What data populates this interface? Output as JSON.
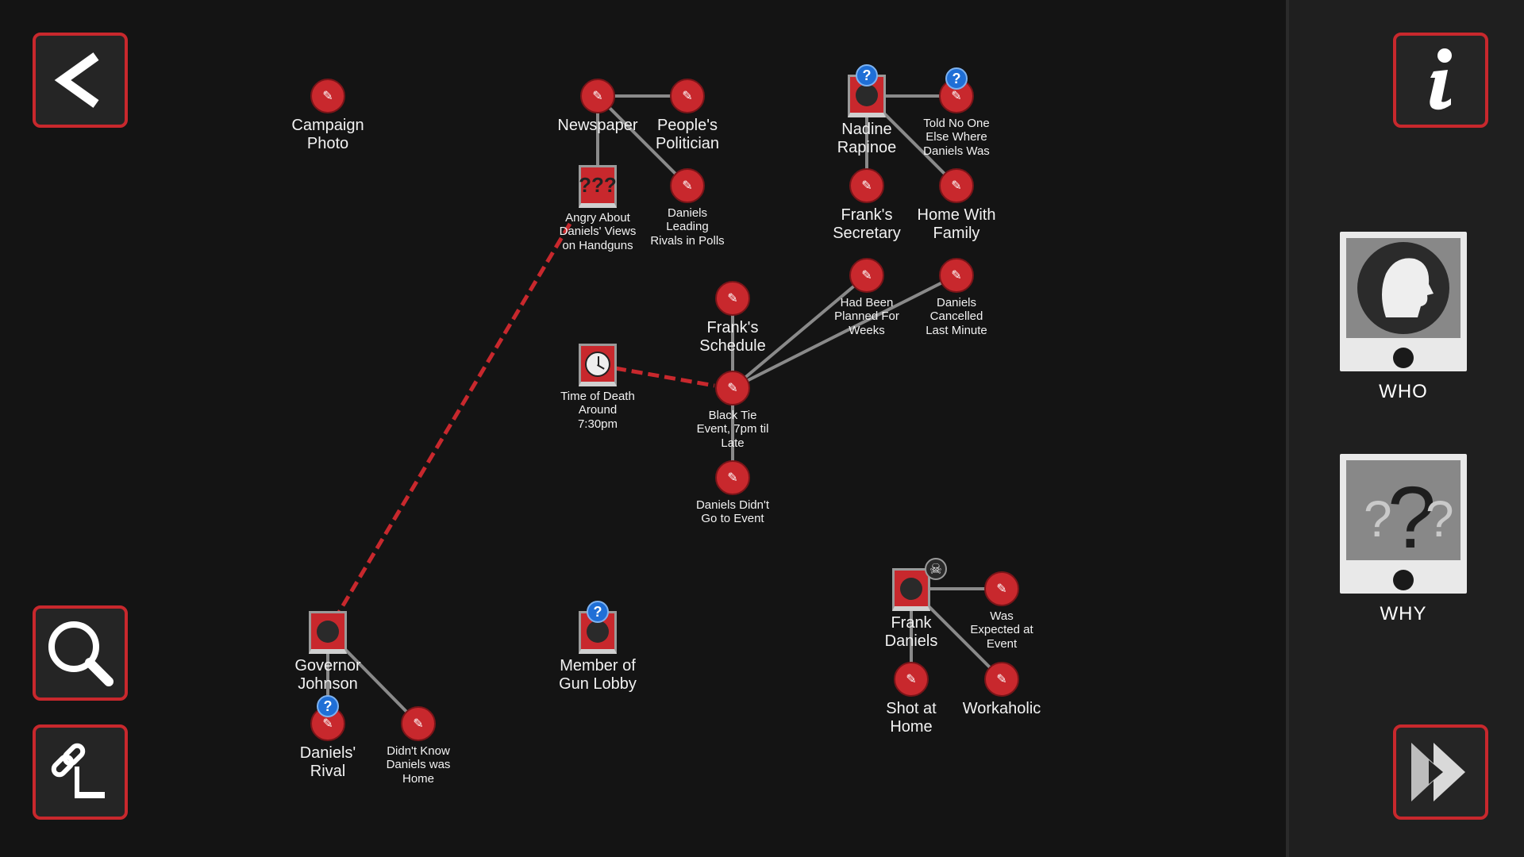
{
  "buttons": {
    "back": "back-chevron-icon",
    "search": "magnifier-icon",
    "link": "chain-link-icon",
    "info": "info-icon",
    "fast_forward": "fast-forward-icon"
  },
  "side_cards": {
    "who": {
      "label": "WHO",
      "icon": "person-silhouette-icon"
    },
    "why": {
      "label": "WHY",
      "icon": "question-marks-icon"
    }
  },
  "colors": {
    "accent_red": "#c8282d",
    "background": "#141414",
    "panel": "#1f1f1f",
    "link_gray": "#8a8a8a",
    "badge_blue": "#1f6fd6"
  },
  "nodes": {
    "campaign_photo": {
      "label": "Campaign\nPhoto"
    },
    "newspaper": {
      "label": "Newspaper"
    },
    "peoples_politician": {
      "label": "People's\nPolitician"
    },
    "angry_about_views": {
      "label": "Angry About\nDaniels' Views\non Handguns"
    },
    "daniels_leading": {
      "label": "Daniels\nLeading\nRivals in Polls"
    },
    "nadine_rapinoe": {
      "label": "Nadine\nRapinoe"
    },
    "told_no_one": {
      "label": "Told No One\nElse Where\nDaniels Was"
    },
    "franks_secretary": {
      "label": "Frank's\nSecretary"
    },
    "home_with_family": {
      "label": "Home With\nFamily"
    },
    "had_been_planned": {
      "label": "Had Been\nPlanned For\nWeeks"
    },
    "daniels_cancelled": {
      "label": "Daniels\nCancelled\nLast Minute"
    },
    "franks_schedule": {
      "label": "Frank's\nSchedule"
    },
    "time_of_death": {
      "label": "Time of Death\nAround\n7:30pm"
    },
    "black_tie_event": {
      "label": "Black Tie\nEvent, 7pm til\nLate"
    },
    "didnt_go_to_event": {
      "label": "Daniels Didn't\nGo to Event"
    },
    "governor_johnson": {
      "label": "Governor\nJohnson"
    },
    "daniels_rival": {
      "label": "Daniels'\nRival"
    },
    "didnt_know_home": {
      "label": "Didn't Know\nDaniels was\nHome"
    },
    "member_gun_lobby": {
      "label": "Member of\nGun Lobby"
    },
    "frank_daniels": {
      "label": "Frank\nDaniels"
    },
    "was_expected": {
      "label": "Was\nExpected at\nEvent"
    },
    "shot_at_home": {
      "label": "Shot at\nHome"
    },
    "workaholic": {
      "label": "Workaholic"
    }
  }
}
